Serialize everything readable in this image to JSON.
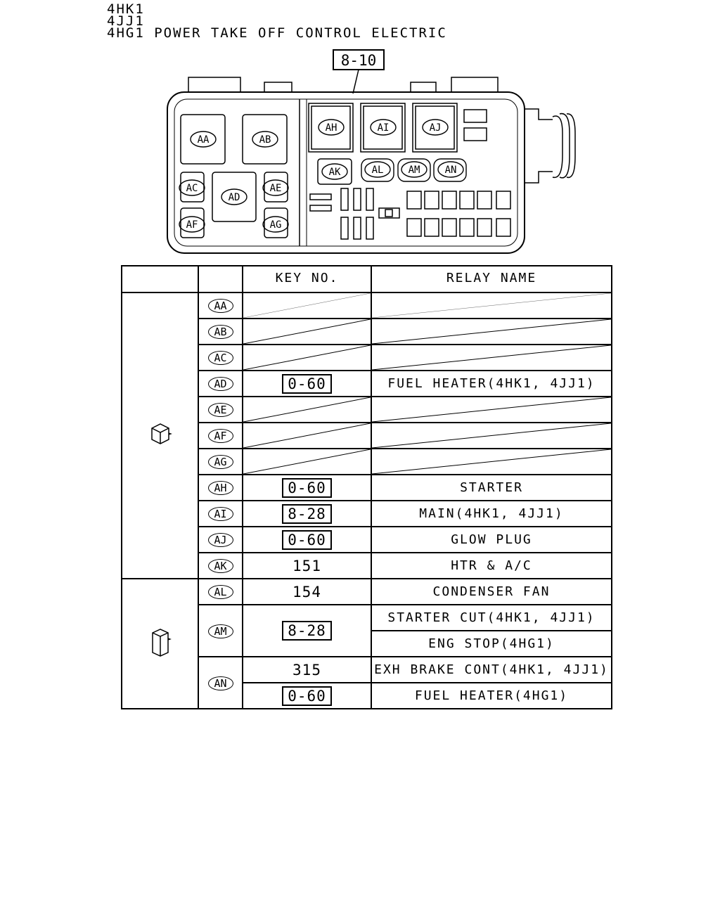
{
  "header": {
    "line1": "4HK1",
    "line2": "4JJ1",
    "line3": "4HG1 POWER TAKE OFF CONTROL ELECTRIC"
  },
  "diagram": {
    "ref_key": "8-10",
    "positions": [
      "AA",
      "AB",
      "AC",
      "AD",
      "AE",
      "AF",
      "AG",
      "AH",
      "AI",
      "AJ",
      "AK",
      "AL",
      "AM",
      "AN"
    ]
  },
  "table": {
    "col_key": "KEY NO.",
    "col_name": "RELAY NAME",
    "group1_icon": "relay-cube-icon",
    "group2_icon": "relay-tall-icon",
    "rows": [
      {
        "pos": "AA",
        "key": "",
        "key_boxed": false,
        "name": ""
      },
      {
        "pos": "AB",
        "key": "",
        "key_boxed": false,
        "name": ""
      },
      {
        "pos": "AC",
        "key": "",
        "key_boxed": false,
        "name": ""
      },
      {
        "pos": "AD",
        "key": "0-60",
        "key_boxed": true,
        "name": "FUEL HEATER(4HK1, 4JJ1)"
      },
      {
        "pos": "AE",
        "key": "",
        "key_boxed": false,
        "name": ""
      },
      {
        "pos": "AF",
        "key": "",
        "key_boxed": false,
        "name": ""
      },
      {
        "pos": "AG",
        "key": "",
        "key_boxed": false,
        "name": ""
      },
      {
        "pos": "AH",
        "key": "0-60",
        "key_boxed": true,
        "name": "STARTER"
      },
      {
        "pos": "AI",
        "key": "8-28",
        "key_boxed": true,
        "name": "MAIN(4HK1, 4JJ1)"
      },
      {
        "pos": "AJ",
        "key": "0-60",
        "key_boxed": true,
        "name": "GLOW PLUG"
      },
      {
        "pos": "AK",
        "key": "151",
        "key_boxed": false,
        "name": "HTR & A/C"
      },
      {
        "pos": "AL",
        "key": "154",
        "key_boxed": false,
        "name": "CONDENSER FAN"
      },
      {
        "pos": "AM",
        "key": "8-28",
        "key_boxed": true,
        "name": "STARTER CUT(4HK1, 4JJ1)",
        "name2": "ENG STOP(4HG1)"
      },
      {
        "pos": "AN",
        "key": "315",
        "key_boxed": false,
        "name": "EXH BRAKE CONT(4HK1, 4JJ1)",
        "key2": "0-60",
        "key2_boxed": true,
        "name2": "FUEL HEATER(4HG1)"
      }
    ]
  }
}
